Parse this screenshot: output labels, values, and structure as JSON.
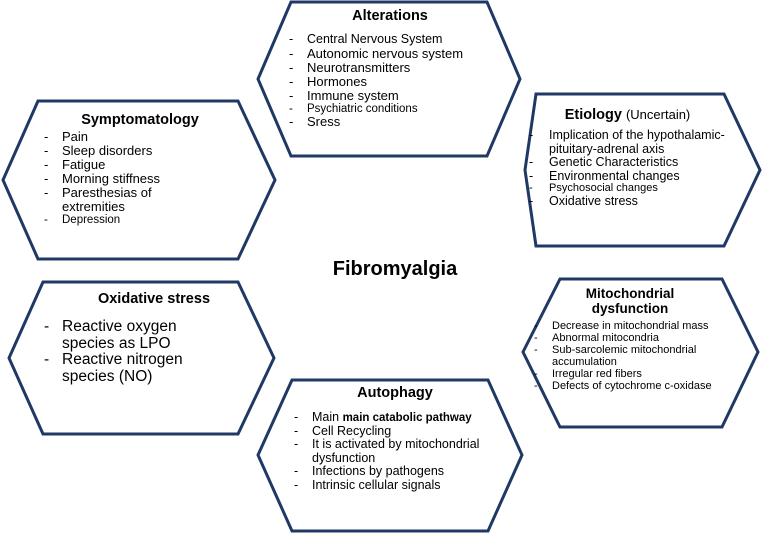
{
  "center": {
    "title": "Fibromyalgia"
  },
  "alterations": {
    "title": "Alterations",
    "items": [
      "Central Nervous System",
      "Autonomic nervous system",
      "Neurotransmitters",
      "Hormones",
      "Immune system",
      "Psychiatric conditions",
      "Sress"
    ]
  },
  "symptomatology": {
    "title": "Symptomatology",
    "items": [
      "Pain",
      "Sleep disorders",
      "Fatigue",
      "Morning stiffness",
      "Paresthesias of extremities",
      "Depression"
    ]
  },
  "etiology": {
    "title": "Etiology",
    "subtitle": "(Uncertain)",
    "items": [
      "Implication of the hypothalamic-pituitary-adrenal axis",
      "Genetic Characteristics",
      "Environmental changes",
      "Psychosocial changes",
      "Oxidative stress"
    ]
  },
  "oxidative": {
    "title": "Oxidative stress",
    "items": [
      "Reactive oxygen species as LPO",
      "Reactive nitrogen species (NO)"
    ]
  },
  "mitochondrial": {
    "title": "Mitochondrial dysfunction",
    "items": [
      "Decrease in mitochondrial mass",
      "Abnormal mitocondria",
      "Sub-sarcolemic mitochondrial accumulation",
      "Irregular red fibers",
      "Defects of cytochrome c-oxidase"
    ]
  },
  "autophagy": {
    "title": "Autophagy",
    "items_prefix": "Main",
    "items_bold": "main catabolic pathway",
    "items": [
      "Cell Recycling",
      "It is activated by mitochondrial dysfunction",
      "Infections by pathogens",
      "Intrinsic cellular signals"
    ]
  },
  "colors": {
    "hex_border": "#1f3864",
    "text": "#000000"
  }
}
